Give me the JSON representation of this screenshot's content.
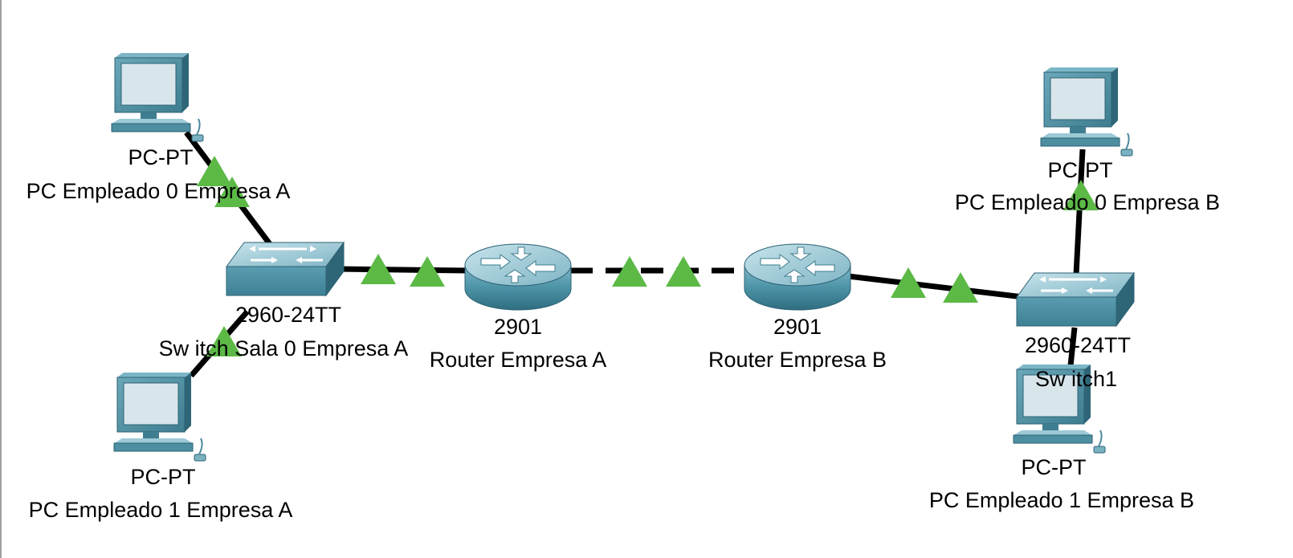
{
  "devices": {
    "pc_a0": {
      "model": "PC-PT",
      "name": "PC Empleado 0 Empresa A",
      "icon": "pc-icon"
    },
    "pc_a1": {
      "model": "PC-PT",
      "name": "PC Empleado 1 Empresa A",
      "icon": "pc-icon"
    },
    "switch_a": {
      "model": "2960-24TT",
      "name": "Sw itch Sala 0 Empresa A",
      "icon": "switch-icon"
    },
    "router_a": {
      "model": "2901",
      "name": "Router Empresa A",
      "icon": "router-icon"
    },
    "router_b": {
      "model": "2901",
      "name": "Router Empresa B",
      "icon": "router-icon"
    },
    "switch_b": {
      "model": "2960-24TT",
      "name": "Sw itch1",
      "icon": "switch-icon"
    },
    "pc_b0": {
      "model": "PC-PT",
      "name": "PC Empleado 0 Empresa B",
      "icon": "pc-icon"
    },
    "pc_b1": {
      "model": "PC-PT",
      "name": "PC Empleado 1 Empresa B",
      "icon": "pc-icon"
    }
  },
  "links": [
    {
      "from": "pc_a0",
      "to": "switch_a",
      "style": "solid",
      "status": "up"
    },
    {
      "from": "pc_a1",
      "to": "switch_a",
      "style": "solid",
      "status": "up"
    },
    {
      "from": "switch_a",
      "to": "router_a",
      "style": "solid",
      "status": "up"
    },
    {
      "from": "router_a",
      "to": "router_b",
      "style": "dashed",
      "status": "up"
    },
    {
      "from": "router_b",
      "to": "switch_b",
      "style": "solid",
      "status": "up"
    },
    {
      "from": "switch_b",
      "to": "pc_b0",
      "style": "solid",
      "status": "up"
    },
    {
      "from": "switch_b",
      "to": "pc_b1",
      "style": "solid",
      "status": "up"
    }
  ],
  "colors": {
    "link": "#000000",
    "status_up": "#5cb946",
    "device_body": "#4b8ea0",
    "device_light": "#8fc6d4",
    "screen": "#d9e7ec"
  }
}
